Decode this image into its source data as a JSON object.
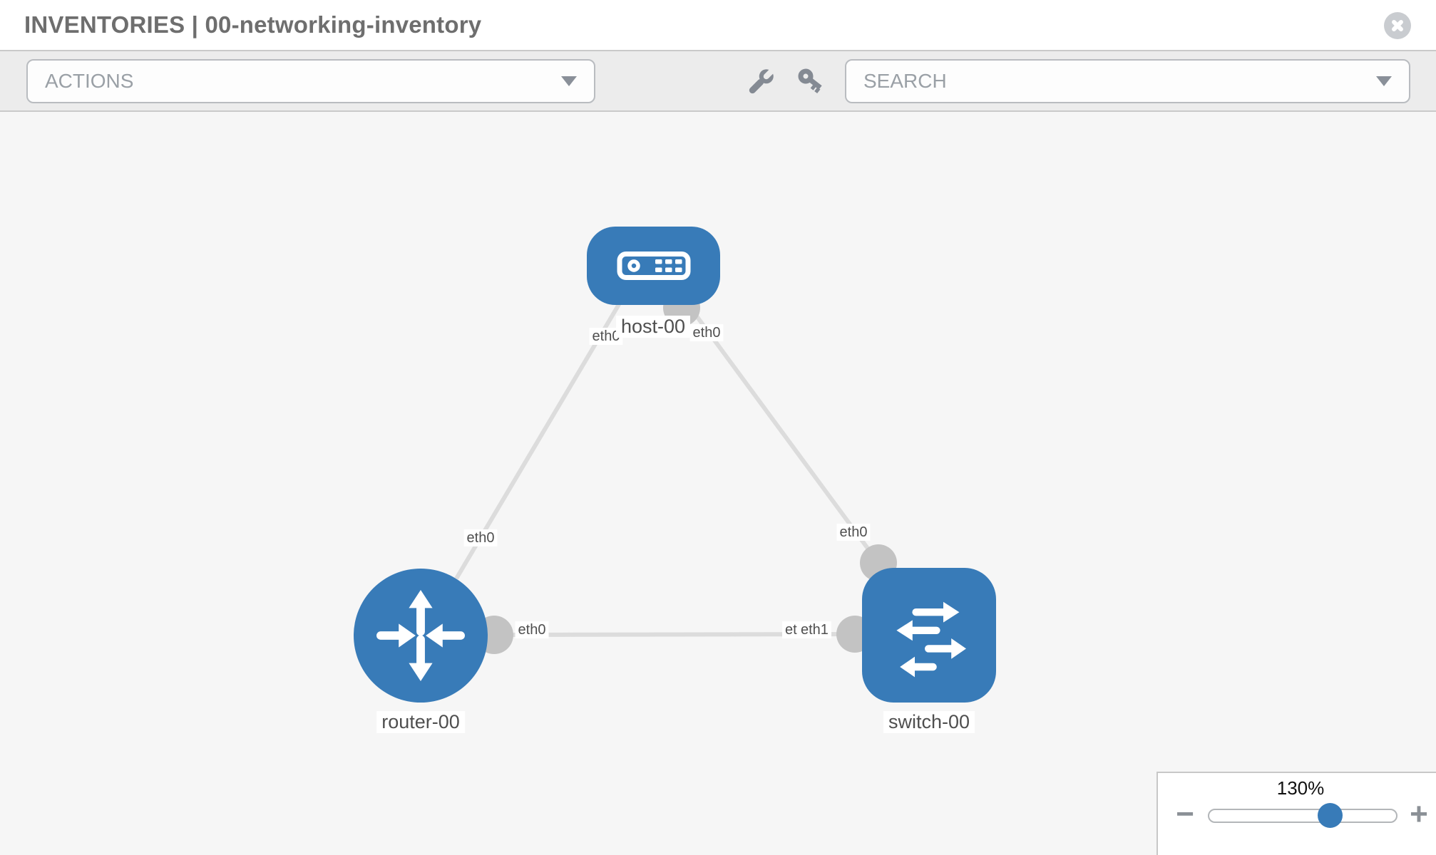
{
  "header": {
    "title": "INVENTORIES | 00-networking-inventory"
  },
  "toolbar": {
    "actions": {
      "placeholder": "ACTIONS"
    },
    "search": {
      "placeholder": "SEARCH"
    },
    "icons": {
      "wrench": "wrench-icon",
      "key": "key-icon"
    }
  },
  "topology": {
    "nodes": [
      {
        "id": "host-00",
        "type": "host",
        "label": "host-00"
      },
      {
        "id": "router-00",
        "type": "router",
        "label": "router-00"
      },
      {
        "id": "switch-00",
        "type": "switch",
        "label": "switch-00"
      }
    ],
    "links": [
      {
        "from": "router-00",
        "from_if": "eth0",
        "to": "host-00",
        "to_if": "eth0"
      },
      {
        "from": "switch-00",
        "from_if": "eth0",
        "to": "host-00",
        "to_if": "eth0"
      },
      {
        "from": "router-00",
        "from_if": "eth0",
        "to": "switch-00",
        "to_if": "eth1"
      }
    ],
    "labels": {
      "if_host_left": "eth0",
      "if_host_right": "eth0",
      "if_router_top": "eth0",
      "if_switch_top": "eth0",
      "if_router_right": "eth0",
      "if_switch_left_under": "eth0",
      "if_switch_left": "eth1"
    }
  },
  "zoom_control": {
    "level": "130%",
    "zoom_out": "−",
    "zoom_in": "+"
  },
  "colors": {
    "node_blue": "#387bb8",
    "edge_gray": "#dcdcdc",
    "dot_gray": "#c3c3c3",
    "accent": "#387bb8"
  }
}
